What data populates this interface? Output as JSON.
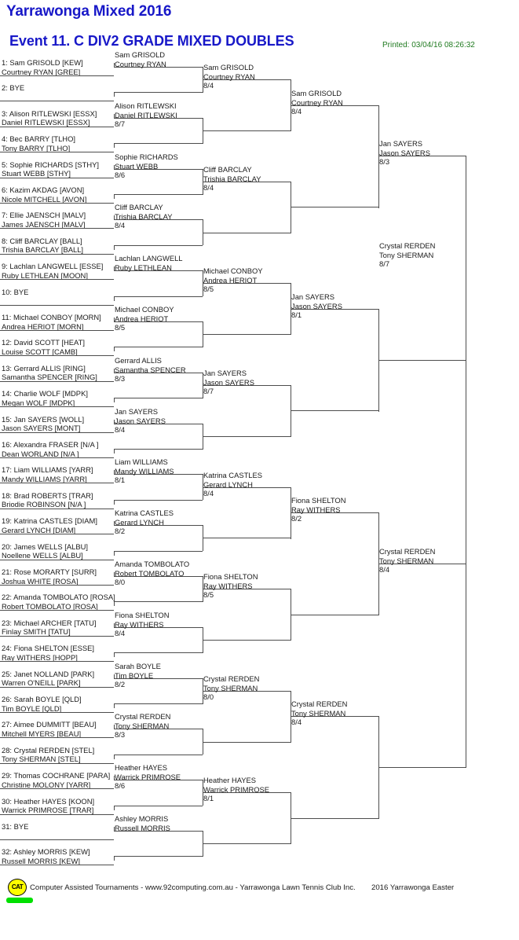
{
  "header": {
    "tournament": "Yarrawonga Mixed 2016",
    "event": "Event 11. C DIV2 GRADE MIXED DOUBLES",
    "printed": "Printed: 03/04/16 08:26:32"
  },
  "footer": {
    "logo": "CAT",
    "credit": "Computer Assisted Tournaments - www.92computing.com.au -  Yarrawonga Lawn Tennis Club Inc.",
    "event": "2016 Yarrawonga Easter"
  },
  "colors": {
    "title": "#1818c8",
    "printed": "#1f7a1f",
    "line": "#4d4d4d",
    "logo_fill": "#ffff00",
    "bar_fill": "#00e000"
  },
  "round1": [
    {
      "p1": "1: Sam GRISOLD [KEW]",
      "p2": "Courtney RYAN [GREE]",
      "score": ""
    },
    {
      "p1": "2: BYE",
      "p2": "",
      "score": ""
    },
    {
      "p1": "3: Alison RITLEWSKI [ESSX]",
      "p2": "Daniel RITLEWSKI [ESSX]",
      "score": ""
    },
    {
      "p1": "4: Bec BARRY [TLHO]",
      "p2": "Tony BARRY [TLHO]",
      "score": ""
    },
    {
      "p1": "5: Sophie RICHARDS [STHY]",
      "p2": "Stuart WEBB [STHY]",
      "score": ""
    },
    {
      "p1": "6: Kazim AKDAG [AVON]",
      "p2": "Nicole MITCHELL [AVON]",
      "score": ""
    },
    {
      "p1": "7: Ellie JAENSCH [MALV]",
      "p2": "James JAENSCH [MALV]",
      "score": ""
    },
    {
      "p1": "8: Cliff BARCLAY [BALL]",
      "p2": "Trishia BARCLAY [BALL]",
      "score": ""
    },
    {
      "p1": "9: Lachlan LANGWELL [ESSE]",
      "p2": "Ruby LETHLEAN [MOON]",
      "score": ""
    },
    {
      "p1": "10: BYE",
      "p2": "",
      "score": ""
    },
    {
      "p1": "11: Michael CONBOY [MORN]",
      "p2": "Andrea HERIOT [MORN]",
      "score": ""
    },
    {
      "p1": "12: David SCOTT [HEAT]",
      "p2": "Louise SCOTT [CAMB]",
      "score": ""
    },
    {
      "p1": "13: Gerrard ALLIS [RING]",
      "p2": "Samantha SPENCER [RING]",
      "score": ""
    },
    {
      "p1": "14: Charlie WOLF [MDPK]",
      "p2": "Megan WOLF [MDPK]",
      "score": ""
    },
    {
      "p1": "15: Jan SAYERS [WOLL]",
      "p2": "Jason SAYERS [MONT]",
      "score": ""
    },
    {
      "p1": "16: Alexandra FRASER [N/A ]",
      "p2": "Dean WORLAND [N/A ]",
      "score": ""
    },
    {
      "p1": "17: Liam WILLIAMS [YARR]",
      "p2": "Mandy WILLIAMS [YARR]",
      "score": ""
    },
    {
      "p1": "18: Brad ROBERTS [TRAR]",
      "p2": "Briodie ROBINSON [N/A ]",
      "score": ""
    },
    {
      "p1": "19: Katrina CASTLES [DIAM]",
      "p2": "Gerard LYNCH [DIAM]",
      "score": ""
    },
    {
      "p1": "20: James WELLS [ALBU]",
      "p2": "Noellene WELLS [ALBU]",
      "score": ""
    },
    {
      "p1": "21: Rose MORARTY [SURR]",
      "p2": "Joshua WHITE [ROSA]",
      "score": ""
    },
    {
      "p1": "22: Amanda TOMBOLATO [ROSA]",
      "p2": "Robert TOMBOLATO [ROSA]",
      "score": ""
    },
    {
      "p1": "23: Michael ARCHER [TATU]",
      "p2": "Finlay SMITH [TATU]",
      "score": ""
    },
    {
      "p1": "24: Fiona SHELTON [ESSE]",
      "p2": "Ray WITHERS [HOPP]",
      "score": ""
    },
    {
      "p1": "25: Janet NOLLAND [PARK]",
      "p2": "Warren O'NEILL [PARK]",
      "score": ""
    },
    {
      "p1": "26: Sarah BOYLE [QLD]",
      "p2": "Tim BOYLE [QLD]",
      "score": ""
    },
    {
      "p1": "27: Aimee DUMMITT [BEAU]",
      "p2": "Mitchell MYERS [BEAU]",
      "score": ""
    },
    {
      "p1": "28: Crystal RERDEN [STEL]",
      "p2": "Tony SHERMAN [STEL]",
      "score": ""
    },
    {
      "p1": "29: Thomas COCHRANE [PARA]",
      "p2": "Christine MOLONY [YARR]",
      "score": ""
    },
    {
      "p1": "30: Heather HAYES [KOON]",
      "p2": "Warrick PRIMROSE [TRAR]",
      "score": ""
    },
    {
      "p1": "31: BYE",
      "p2": "",
      "score": ""
    },
    {
      "p1": "32: Ashley MORRIS [KEW]",
      "p2": "Russell MORRIS [KEW]",
      "score": ""
    }
  ],
  "round2": [
    {
      "p1": "Sam GRISOLD",
      "p2": "Courtney RYAN",
      "score": ""
    },
    {
      "p1": "Alison RITLEWSKI",
      "p2": "Daniel RITLEWSKI",
      "score": "8/7"
    },
    {
      "p1": "Sophie RICHARDS",
      "p2": "Stuart WEBB",
      "score": "8/6"
    },
    {
      "p1": "Cliff BARCLAY",
      "p2": "Trishia BARCLAY",
      "score": "8/4"
    },
    {
      "p1": "Lachlan LANGWELL",
      "p2": "Ruby LETHLEAN",
      "score": ""
    },
    {
      "p1": "Michael CONBOY",
      "p2": "Andrea HERIOT",
      "score": "8/5"
    },
    {
      "p1": "Gerrard ALLIS",
      "p2": "Samantha SPENCER",
      "score": "8/3"
    },
    {
      "p1": "Jan SAYERS",
      "p2": "Jason SAYERS",
      "score": "8/4"
    },
    {
      "p1": "Liam WILLIAMS",
      "p2": "Mandy WILLIAMS",
      "score": "8/1"
    },
    {
      "p1": "Katrina CASTLES",
      "p2": "Gerard LYNCH",
      "score": "8/2"
    },
    {
      "p1": "Amanda TOMBOLATO",
      "p2": "Robert TOMBOLATO",
      "score": "8/0"
    },
    {
      "p1": "Fiona SHELTON",
      "p2": "Ray WITHERS",
      "score": "8/4"
    },
    {
      "p1": "Sarah BOYLE",
      "p2": "Tim BOYLE",
      "score": "8/2"
    },
    {
      "p1": "Crystal RERDEN",
      "p2": "Tony SHERMAN",
      "score": "8/3"
    },
    {
      "p1": "Heather HAYES",
      "p2": "Warrick PRIMROSE",
      "score": "8/6"
    },
    {
      "p1": "Ashley MORRIS",
      "p2": "Russell MORRIS",
      "score": ""
    }
  ],
  "round3": [
    {
      "p1": "Sam GRISOLD",
      "p2": "Courtney RYAN",
      "score": "8/4"
    },
    {
      "p1": "Cliff BARCLAY",
      "p2": "Trishia BARCLAY",
      "score": "8/4"
    },
    {
      "p1": "Michael CONBOY",
      "p2": "Andrea HERIOT",
      "score": "8/5"
    },
    {
      "p1": "Jan SAYERS",
      "p2": "Jason SAYERS",
      "score": "8/7"
    },
    {
      "p1": "Katrina CASTLES",
      "p2": "Gerard LYNCH",
      "score": "8/4"
    },
    {
      "p1": "Fiona SHELTON",
      "p2": "Ray WITHERS",
      "score": "8/5"
    },
    {
      "p1": "Crystal RERDEN",
      "p2": "Tony SHERMAN",
      "score": "8/0"
    },
    {
      "p1": "Heather HAYES",
      "p2": "Warrick PRIMROSE",
      "score": "8/1"
    }
  ],
  "round4": [
    {
      "p1": "Sam GRISOLD",
      "p2": "Courtney RYAN",
      "score": "8/4"
    },
    {
      "p1": "Jan SAYERS",
      "p2": "Jason SAYERS",
      "score": "8/1"
    },
    {
      "p1": "Fiona SHELTON",
      "p2": "Ray WITHERS",
      "score": "8/2"
    },
    {
      "p1": "Crystal RERDEN",
      "p2": "Tony SHERMAN",
      "score": "8/4"
    }
  ],
  "round5": [
    {
      "p1": "Jan SAYERS",
      "p2": "Jason SAYERS",
      "score": "8/3"
    },
    {
      "p1": "Crystal RERDEN",
      "p2": "Tony SHERMAN",
      "score": "8/4"
    }
  ],
  "round6": [
    {
      "p1": "Crystal RERDEN",
      "p2": "Tony SHERMAN",
      "score": "8/7"
    }
  ]
}
